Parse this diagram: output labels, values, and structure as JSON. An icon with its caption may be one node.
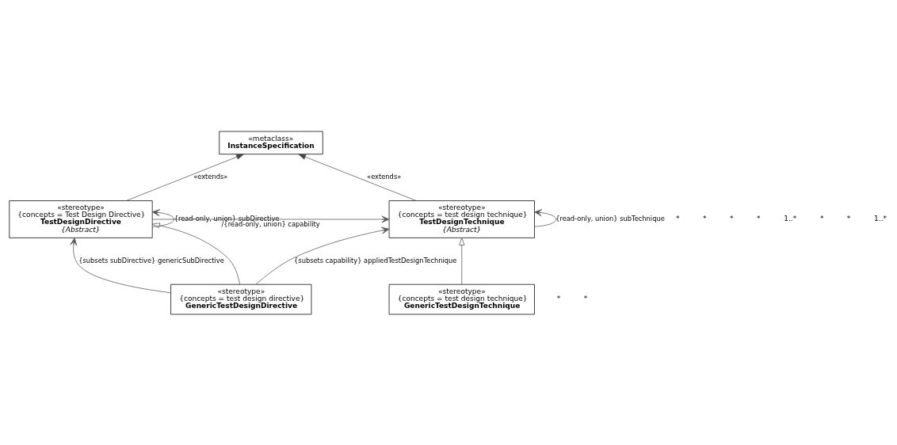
{
  "diagram": {
    "nodes": [
      {
        "text": [
          "«metaclass»",
          "InstanceSpecification"
        ]
      },
      {
        "text": [
          "«stereotype»",
          "{concepts = Test Design Directive}",
          "TestDesignDirective",
          "{Abstract}"
        ]
      },
      {
        "text": [
          "«stereotype»",
          "{concepts = test design technique}",
          "TestDesignTechnique",
          "{Abstract}"
        ]
      },
      {
        "text": [
          "«stereotype»",
          "{concepts = test design directive}",
          "GenericTestDesignDirective"
        ]
      },
      {
        "text": [
          "«stereotype»",
          "{concepts = test design technique}",
          "GenericTestDesignTechnique"
        ]
      }
    ],
    "edges": [
      {
        "from": 1,
        "to": 1,
        "arrow": "to",
        "label": "{read-only, union} subDirective"
      },
      {
        "from": 1,
        "to": 0,
        "arrow": "to",
        "label": "«extends»"
      },
      {
        "from": 2,
        "to": 0,
        "arrow": "to",
        "label": "«extends»"
      },
      {
        "from": 2,
        "to": 2,
        "arrow": "to",
        "label": "{read-only, union} subTechnique"
      },
      {
        "from": 1,
        "to": 2,
        "arrow": "to",
        "label": "/{read-only, union} capability"
      },
      {
        "from": 3,
        "to": 1,
        "arrow": "to",
        "label": "{subsets subDirective} genericSubDirective"
      },
      {
        "from": 3,
        "to": 1,
        "arrow": "to"
      },
      {
        "from": 3,
        "to": 2,
        "arrow": "to",
        "label": "{subsets capability} appliedTestDesignTechnique"
      },
      {
        "from": 4,
        "to": 2,
        "arrow": "to"
      }
    ],
    "labels": [
      "*",
      "*",
      "*",
      "*",
      "1..*",
      "*",
      "*",
      "1..*",
      "*",
      "*"
    ]
  }
}
